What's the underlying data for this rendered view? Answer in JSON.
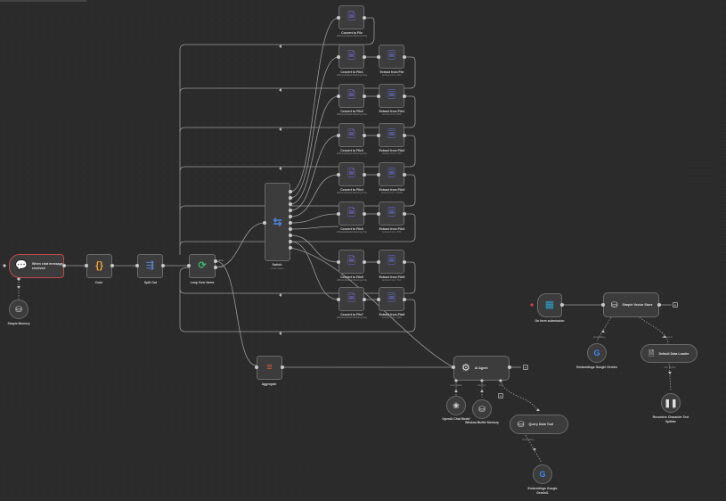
{
  "nodes": {
    "chat_trigger": {
      "label": "When chat message received",
      "icon": "chat-bubbles-icon"
    },
    "simple_memory": {
      "label": "Simple Memory",
      "icon": "database-icon"
    },
    "code": {
      "label": "Code",
      "icon": "code-braces-icon"
    },
    "split_out": {
      "label": "Split Out",
      "icon": "split-arrows-icon"
    },
    "loop": {
      "label": "Loop Over Items",
      "icon": "loop-arrows-icon"
    },
    "switch": {
      "label": "Switch",
      "sub": "mode: Rules",
      "icon": "switch-icon"
    },
    "aggregate": {
      "label": "Aggregate",
      "icon": "aggregate-icon"
    },
    "ai_agent": {
      "label": "AI Agent",
      "icon": "robot-icon"
    },
    "openai": {
      "label": "OpenAI Chat Model",
      "icon": "openai-icon"
    },
    "window_memory": {
      "label": "Window Buffer Memory",
      "icon": "database-icon"
    },
    "query_qdrant": {
      "label": "Query Data Tool",
      "icon": "database-icon"
    },
    "embeddings1": {
      "label": "Embeddings Google Gemini1",
      "icon": "google-g-icon"
    },
    "on_form": {
      "label": "On form submission",
      "icon": "form-icon"
    },
    "vector_store": {
      "label": "Simple Vector Store",
      "icon": "database-icon"
    },
    "embeddings2": {
      "label": "Embeddings Google Gemini",
      "icon": "google-g-icon"
    },
    "default_loader": {
      "label": "Default Data Loader",
      "icon": "document-icon"
    },
    "text_splitter": {
      "label": "Recursive Character Text Splitter",
      "icon": "pause-bars-icon"
    }
  },
  "convert_nodes": [
    {
      "label": "Convert to File",
      "sub": "toBinaryDataAndSettingsOnly"
    },
    {
      "label": "Convert to File1",
      "sub": "toBinaryDataAndSettingsOnly"
    },
    {
      "label": "Convert to File2",
      "sub": "toBinaryDataAndSettingsOnly"
    },
    {
      "label": "Convert to File3",
      "sub": "toBinaryDataAndSettingsOnly"
    },
    {
      "label": "Convert to File4",
      "sub": "toBinaryDataAndSettingsOnly"
    },
    {
      "label": "Convert to File5",
      "sub": "toBinaryDataAndSettingsOnly"
    },
    {
      "label": "Convert to File6",
      "sub": "toBinaryDataAndSettingsOnly"
    },
    {
      "label": "Convert to File7",
      "sub": "toBinaryDataAndSettingsOnly"
    }
  ],
  "extract_nodes": [
    {
      "label": "Extract from File",
      "sub": "Extract From: Xlsx"
    },
    {
      "label": "Extract from File1",
      "sub": "Extract From: PDF"
    },
    {
      "label": "Extract from File2",
      "sub": "Extract From: CSV"
    },
    {
      "label": "Extract from File3",
      "sub": "Extract From: JSON"
    },
    {
      "label": "Extract from File4",
      "sub": "Extract From: RTF"
    },
    {
      "label": "Extract from File5",
      "sub": "Extract From: Text"
    },
    {
      "label": "Extract from File6",
      "sub": "Extract From: ODS"
    }
  ],
  "port_labels": {
    "loop_done": "done",
    "loop_loop": "loop",
    "chat_model": "Chat Model",
    "memory": "Memory",
    "tool": "Tool",
    "embedding": "Embedding",
    "document": "Document",
    "text_splitter": "Text Splitter"
  },
  "colors": {
    "canvas": "#2b2b2b",
    "node_bg": "#3c3c3c",
    "node_border": "#6a6a6a",
    "trigger_border": "#c0494b",
    "wire": "#9a9a9a",
    "convert_icon": "#7a6ad8",
    "extract_icon": "#6a72e0",
    "code_icon": "#f0a030",
    "split_icon": "#5a8fe0",
    "loop_icon": "#3cb371",
    "switch_icon": "#4f86e0",
    "aggregate_icon": "#e05a3a",
    "form_icon": "#2aa0c8"
  }
}
